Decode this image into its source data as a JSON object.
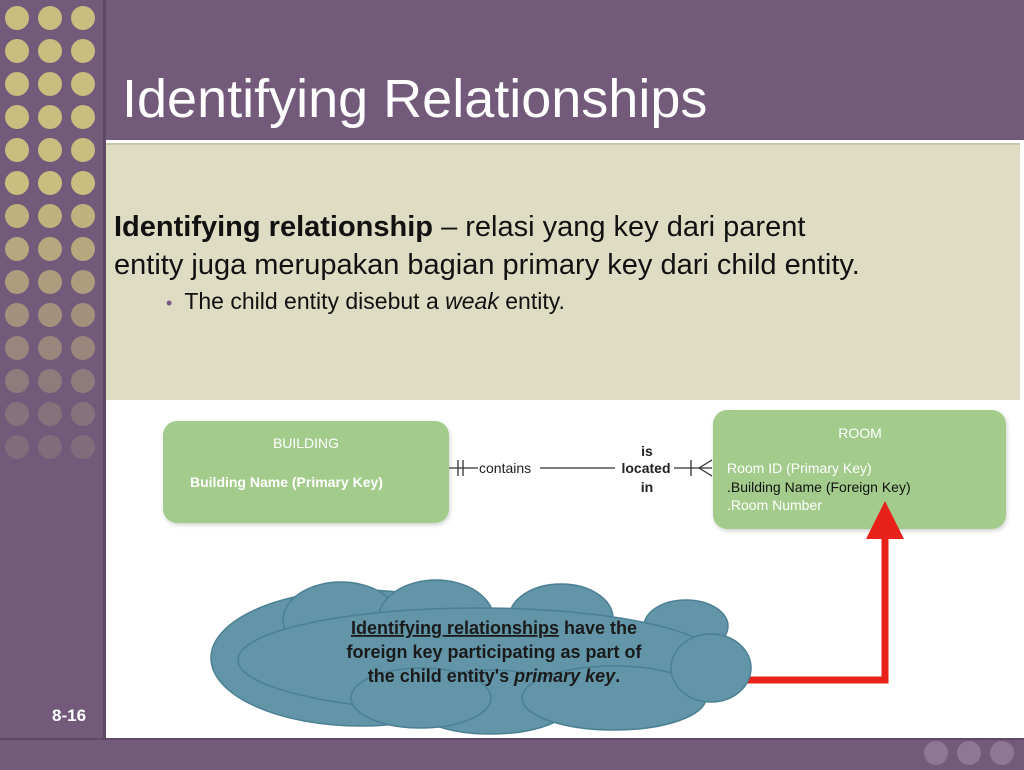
{
  "slide": {
    "title": "Identifying Relationships",
    "paragraph": {
      "term": "Identifying relationship",
      "rest_line1": " – relasi yang key dari parent",
      "rest_line2": "entity juga merupakan bagian primary key dari child entity."
    },
    "bullet": {
      "before": "The child entity disebut a ",
      "emphasis": "weak",
      "after": " entity."
    },
    "page_number": "8-16"
  },
  "diagram": {
    "building": {
      "title": "BUILDING",
      "attribute": "Building Name (Primary Key)"
    },
    "relation": {
      "label_left": "contains",
      "label_right_1": "is",
      "label_right_2": "located",
      "label_right_3": "in"
    },
    "room": {
      "title": "ROOM",
      "attr_1": "Room ID (Primary Key)",
      "attr_2": ".Building Name (Foreign Key)",
      "attr_3": ".Room Number"
    },
    "callout": {
      "underlined": "Identifying relationships",
      "line1_rest": " have the",
      "line2": "foreign key participating as part of",
      "line3_before": "the child entity's ",
      "line3_em": "primary key",
      "line3_after": "."
    }
  },
  "colors": {
    "purple": "#735a7b",
    "dot": "#c9bd7f",
    "content_bg": "#dedcc2",
    "entity_green": "#a3cc8c",
    "cloud_blue": "#6295a8",
    "arrow_red": "#e8221a"
  }
}
